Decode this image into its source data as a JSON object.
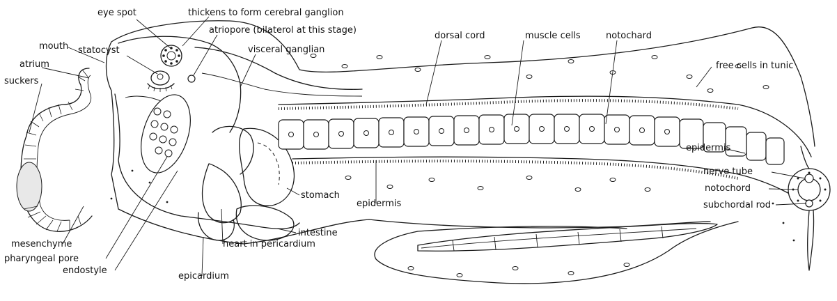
{
  "labels": {
    "eye_spot": "eye spot",
    "thickens": "thickens to form cerebral ganglion",
    "statocyst": "statocyst",
    "atriopore": "atriopore (bilaterol at this stage)",
    "mouth": "mouth",
    "visceral_ganglion": "visceral ganglian",
    "atrium": "atrium",
    "dorsal_cord": "dorsal cord",
    "muscle_cells": "muscle cells",
    "notochard_top": "notochard",
    "free_cells": "free cells in tunic",
    "suckers": "suckers",
    "epidermis_right": "epidermis",
    "nerve_tube": "nerve tube",
    "notochord_right": "notochord",
    "subchordal_rod": "subchordal rod",
    "stomach": "stomach",
    "epidermis_bottom": "epidermis",
    "intestine": "intestine",
    "mesenchyme": "mesenchyme",
    "pharyngeal_pore": "pharyngeal pore",
    "endostyle": "endostyle",
    "heart": "heart in pericardium",
    "epicardium": "epicardium"
  }
}
